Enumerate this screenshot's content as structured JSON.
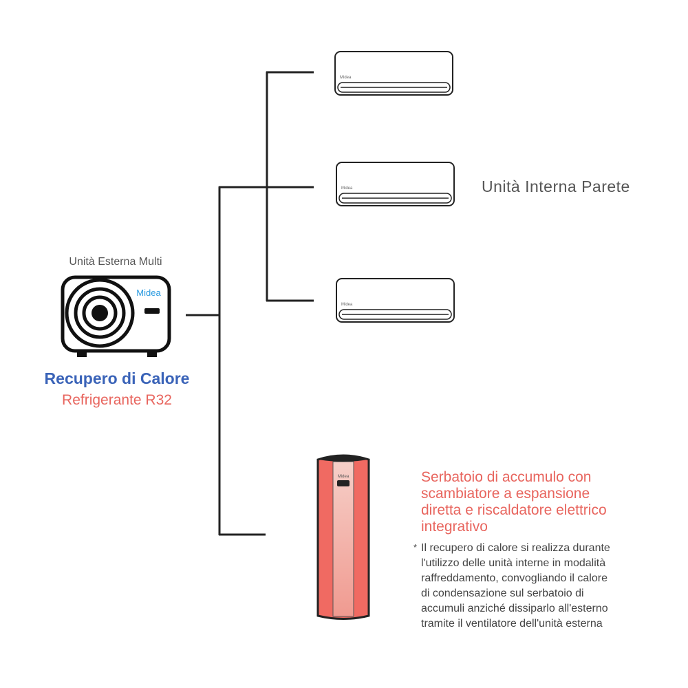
{
  "outdoor_unit": {
    "label": "Unità Esterna Multi",
    "brand": "Midea"
  },
  "heat_recovery": {
    "title": "Recupero di Calore",
    "refrigerant": "Refrigerante R32"
  },
  "indoor_units": {
    "label": "Unità Interna Parete",
    "count": 3,
    "brand": "Midea"
  },
  "tank": {
    "brand": "Midea",
    "title_lines": [
      "Serbatoio di accumulo con",
      "scambiatore a espansione",
      "diretta e riscaldatore elettrico",
      "integrativo"
    ],
    "note_marker": "*",
    "note_lines": [
      "Il recupero di calore si realizza durante",
      "l'utilizzo delle unità interne in modalità",
      "raffreddamento, convogliando il calore",
      "di condensazione sul serbatoio di",
      "accumuli anziché dissiparlo all'esterno",
      "tramite il ventilatore dell'unità esterna"
    ]
  },
  "colors": {
    "blue": "#3a63b8",
    "coral": "#e8655e",
    "tank_side": "#f06a62",
    "tank_center": "#f4b5ad"
  }
}
